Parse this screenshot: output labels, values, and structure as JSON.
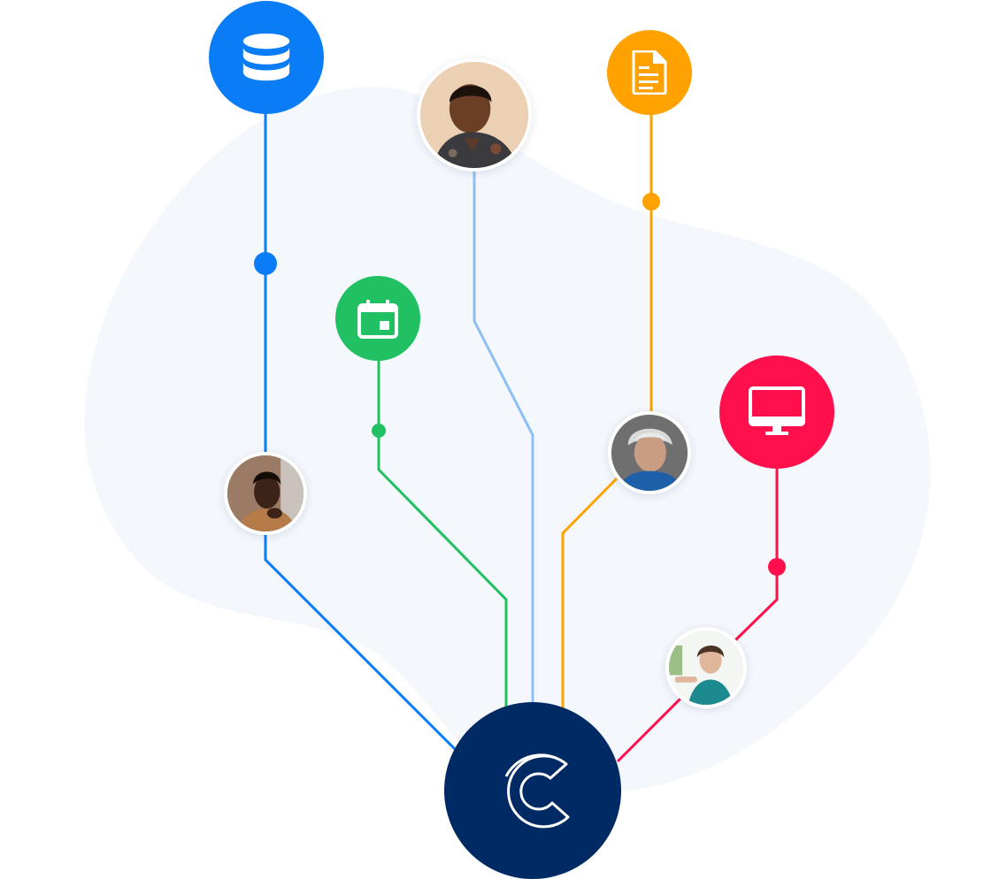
{
  "colors": {
    "background": "#ffffff",
    "blob": "#f4f7fc",
    "blue": "#0a7cf5",
    "light_blue": "#8cc0f5",
    "green": "#21c063",
    "orange": "#ffa200",
    "red": "#ff0f4b",
    "navy": "#002a64",
    "white": "#ffffff"
  },
  "hub": {
    "icon": "crowd-logo-icon"
  },
  "icon_nodes": [
    {
      "id": "database",
      "icon": "database-icon",
      "color": "#0a7cf5"
    },
    {
      "id": "calendar",
      "icon": "calendar-icon",
      "color": "#21c063"
    },
    {
      "id": "document",
      "icon": "document-icon",
      "color": "#ffa200"
    },
    {
      "id": "monitor",
      "icon": "monitor-icon",
      "color": "#ff0f4b"
    }
  ],
  "people": [
    {
      "id": "person-left",
      "icon": "user-avatar"
    },
    {
      "id": "person-top",
      "icon": "user-avatar"
    },
    {
      "id": "person-elder",
      "icon": "user-avatar"
    },
    {
      "id": "person-right",
      "icon": "user-avatar"
    }
  ],
  "connections": [
    {
      "from": "database",
      "to": "hub",
      "color": "#0a7cf5",
      "via": [
        "person-left"
      ]
    },
    {
      "from": "calendar",
      "to": "hub",
      "color": "#21c063"
    },
    {
      "from": "person-top",
      "to": "hub",
      "color": "#8cc0f5"
    },
    {
      "from": "document",
      "to": "hub",
      "color": "#ffa200",
      "via": [
        "person-elder"
      ]
    },
    {
      "from": "monitor",
      "to": "hub",
      "color": "#ff0f4b",
      "via": [
        "person-right"
      ]
    }
  ]
}
